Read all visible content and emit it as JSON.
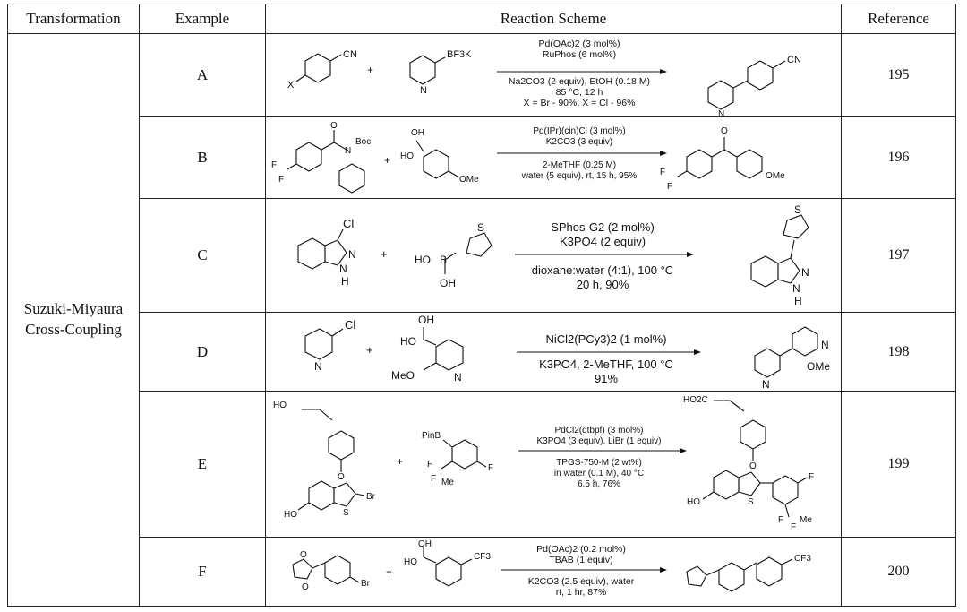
{
  "table": {
    "headers": [
      "Transformation",
      "Example",
      "Reaction Scheme",
      "Reference"
    ],
    "transformation": [
      "Suzuki-Miyaura",
      "Cross-Coupling"
    ],
    "rows": [
      {
        "example": "A",
        "reference": "195",
        "reactant1_label": "CN",
        "reactant1_sub": "X",
        "reactant2_label": "BF3K",
        "conditions": [
          "Pd(OAc)2 (3 mol%)",
          "RuPhos (6 mol%)",
          "Na2CO3 (2 equiv), EtOH (0.18 M)",
          "85 °C, 12 h",
          "X = Br - 90%; X = Cl - 96%"
        ],
        "product_label": "CN"
      },
      {
        "example": "B",
        "reference": "196",
        "reactant1_label": "Boc",
        "reactant2_label": "OMe",
        "conditions": [
          "Pd(IPr)(cin)Cl (3 mol%)",
          "K2CO3 (3 equiv)",
          "2-MeTHF (0.25 M)",
          "water (5 equiv), rt, 15 h, 95%"
        ],
        "product_label": "OMe"
      },
      {
        "example": "C",
        "reference": "197",
        "reactant1_label": "Cl",
        "reactant2_label": "HO",
        "conditions": [
          "SPhos-G2 (2 mol%)",
          "K3PO4 (2 equiv)",
          "dioxane:water (4:1), 100 °C",
          "20 h, 90%"
        ],
        "product_label": "S"
      },
      {
        "example": "D",
        "reference": "198",
        "reactant1_label": "Cl",
        "reactant2_label": "MeO",
        "conditions": [
          "NiCl2(PCy3)2 (1 mol%)",
          "K3PO4, 2-MeTHF, 100 °C",
          "91%"
        ],
        "product_label": "OMe"
      },
      {
        "example": "E",
        "reference": "199",
        "reactant1_label": "Br",
        "reactant2_label": "PinB",
        "conditions": [
          "PdCl2(dtbpf) (3 mol%)",
          "K3PO4 (3 equiv), LiBr (1 equiv)",
          "TPGS-750-M (2 wt%)",
          "in water (0.1 M), 40 °C",
          "6.5 h, 76%"
        ],
        "product_label": "HO2C"
      },
      {
        "example": "F",
        "reference": "200",
        "reactant1_label": "Br",
        "reactant2_label": "CF3",
        "conditions": [
          "Pd(OAc)2 (0.2 mol%)",
          "TBAB (1 equiv)",
          "K2CO3 (2.5 equiv), water",
          "rt, 1 hr, 87%"
        ],
        "product_label": "CF3"
      }
    ]
  },
  "structure_labels": {
    "plus": "+",
    "F": "F",
    "Me": "Me",
    "N": "N",
    "H": "H",
    "O": "O",
    "S": "S",
    "B": "B",
    "OH": "OH",
    "HO": "HO"
  }
}
